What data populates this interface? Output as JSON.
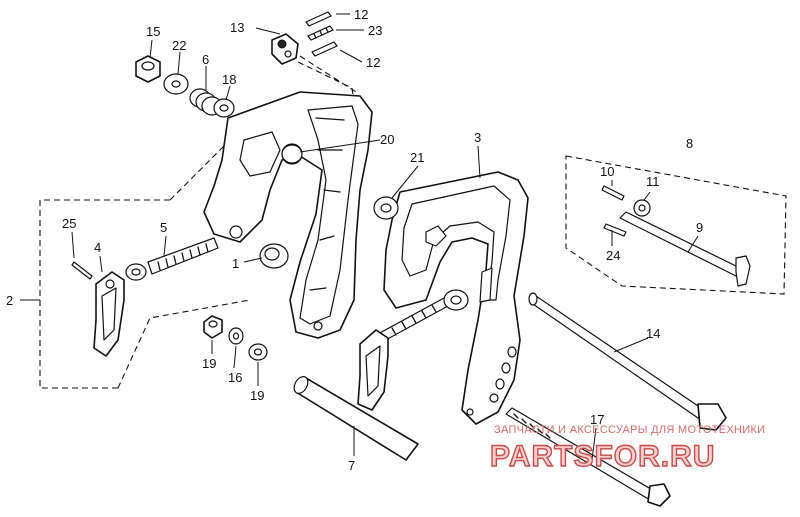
{
  "diagram": {
    "callouts": [
      {
        "id": "c1",
        "text": "1"
      },
      {
        "id": "c2",
        "text": "2"
      },
      {
        "id": "c3",
        "text": "3"
      },
      {
        "id": "c4",
        "text": "4"
      },
      {
        "id": "c5",
        "text": "5"
      },
      {
        "id": "c6",
        "text": "6"
      },
      {
        "id": "c7",
        "text": "7"
      },
      {
        "id": "c8",
        "text": "8"
      },
      {
        "id": "c9",
        "text": "9"
      },
      {
        "id": "c10",
        "text": "10"
      },
      {
        "id": "c11",
        "text": "11"
      },
      {
        "id": "c12a",
        "text": "12"
      },
      {
        "id": "c12b",
        "text": "12"
      },
      {
        "id": "c13",
        "text": "13"
      },
      {
        "id": "c14",
        "text": "14"
      },
      {
        "id": "c15",
        "text": "15"
      },
      {
        "id": "c16",
        "text": "16"
      },
      {
        "id": "c17",
        "text": "17"
      },
      {
        "id": "c18",
        "text": "18"
      },
      {
        "id": "c19a",
        "text": "19"
      },
      {
        "id": "c19b",
        "text": "19"
      },
      {
        "id": "c20",
        "text": "20"
      },
      {
        "id": "c21",
        "text": "21"
      },
      {
        "id": "c22",
        "text": "22"
      },
      {
        "id": "c23",
        "text": "23"
      },
      {
        "id": "c24",
        "text": "24"
      },
      {
        "id": "c25",
        "text": "25"
      }
    ]
  },
  "watermark": {
    "tagline": "ЗАПЧАСТИ И АКСЕССУАРЫ ДЛЯ МОТОТЕХНИКИ",
    "brand": "PARTSFOR.RU"
  }
}
